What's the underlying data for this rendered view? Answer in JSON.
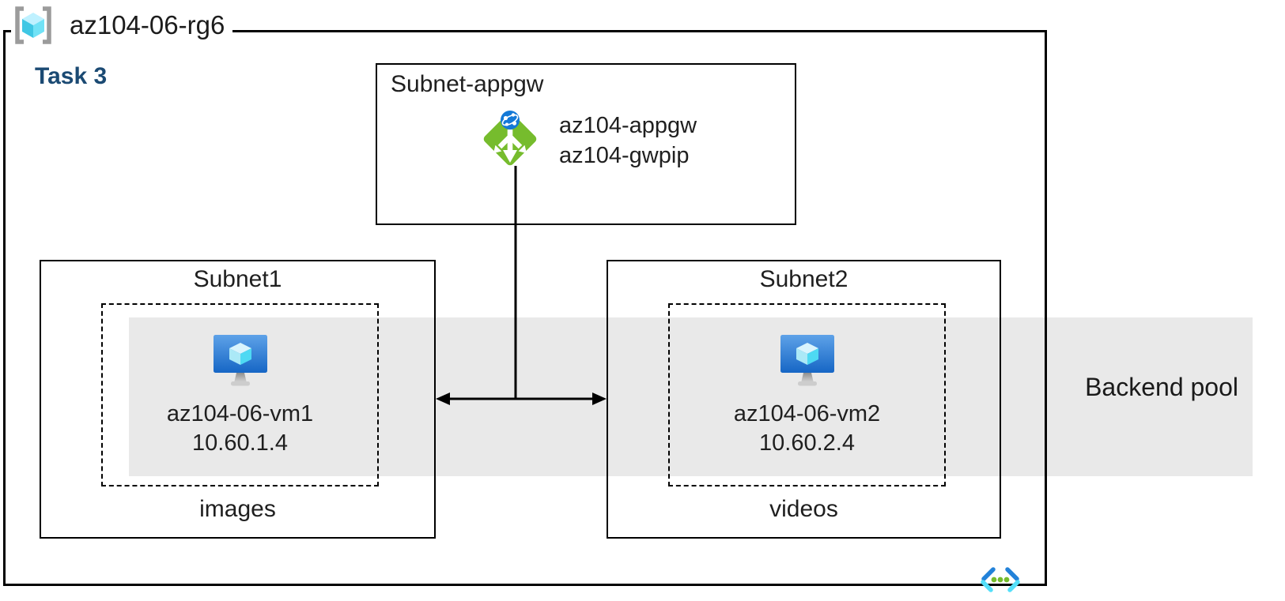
{
  "resource_group": {
    "name": "az104-06-rg6"
  },
  "task_label": "Task 3",
  "appgw_subnet": {
    "title": "Subnet-appgw",
    "gateway_name": "az104-appgw",
    "public_ip_name": "az104-gwpip"
  },
  "subnets": [
    {
      "title": "Subnet1",
      "vm_name": "az104-06-vm1",
      "vm_ip": "10.60.1.4",
      "caption": "images"
    },
    {
      "title": "Subnet2",
      "vm_name": "az104-06-vm2",
      "vm_ip": "10.60.2.4",
      "caption": "videos"
    }
  ],
  "backend_pool": {
    "label": "Backend pool"
  },
  "icons": {
    "resource_group": "resource-group-icon",
    "application_gateway": "application-gateway-icon",
    "virtual_machine": "vm-icon",
    "virtual_network": "vnet-icon"
  },
  "colors": {
    "backend_pool_band": "#E9E9E9",
    "task_label_text": "#1B4A73",
    "azure_green": "#76BC2D",
    "azure_globe_blue": "#1479D7",
    "azure_cyan": "#50E6FF",
    "outline": "#000000"
  }
}
